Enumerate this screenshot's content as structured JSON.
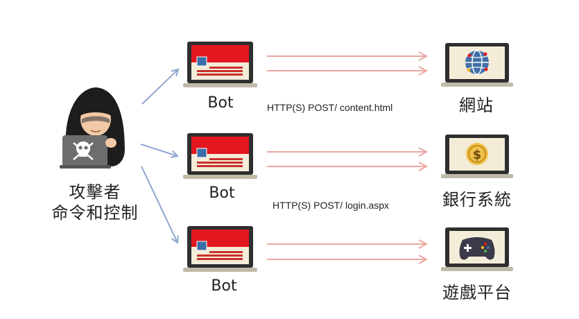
{
  "attacker": {
    "label_line1": "攻擊者",
    "label_line2": "命令和控制",
    "icon": "skull-icon"
  },
  "bots": [
    {
      "label": "Bot"
    },
    {
      "label": "Bot"
    },
    {
      "label": "Bot"
    }
  ],
  "requests": [
    {
      "label": "HTTP(S) POST/ content.html"
    },
    {
      "label": "HTTP(S) POST/ login.aspx"
    }
  ],
  "targets": [
    {
      "label": "網站",
      "icon": "globe-icon"
    },
    {
      "label": "銀行系統",
      "icon": "dollar-coin-icon"
    },
    {
      "label": "遊戲平台",
      "icon": "gamepad-icon"
    }
  ],
  "colors": {
    "blue_arrow": "#8fa6d0",
    "pink_arrow": "#e9a7a0",
    "bot_screen_red": "#e4161f",
    "laptop_dark": "#2e2e2e",
    "screen_cream": "#f3ecd8"
  }
}
